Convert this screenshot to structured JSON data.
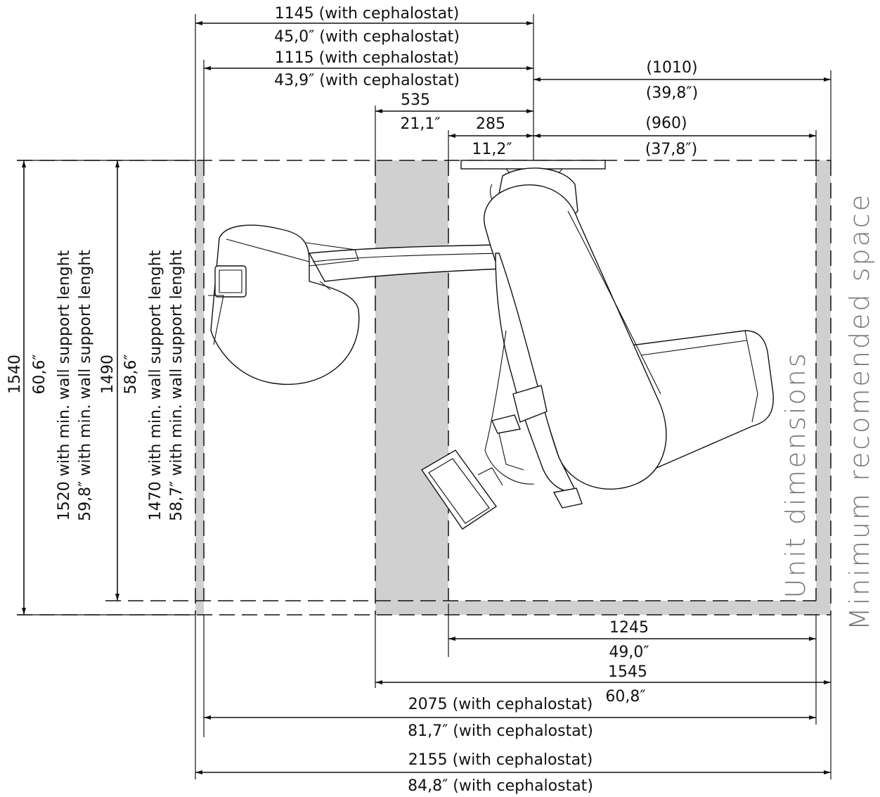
{
  "top_dims": {
    "d1145_a": "1145 (with cephalostat)",
    "d1145_b": "45,0″ (with cephalostat)",
    "d1115_a": "1115 (with cephalostat)",
    "d1115_b": "43,9″ (with cephalostat)",
    "d1010_a": "(1010)",
    "d1010_b": "(39,8″)",
    "d535_a": "535",
    "d535_b": "21,1″",
    "d285_a": "285",
    "d285_b": "11,2″",
    "d960_a": "(960)",
    "d960_b": "(37,8″)"
  },
  "bottom_dims": {
    "d1245_a": "1245",
    "d1245_b": "49,0″",
    "d1545_a": "1545",
    "d1545_b": "60,8″",
    "d2075_a": "2075 (with cephalostat)",
    "d2075_b": "81,7″ (with cephalostat)",
    "d2155_a": "2155 (with cephalostat)",
    "d2155_b": "84,8″ (with cephalostat)"
  },
  "left_dims": {
    "d1540_a": "1540",
    "d1540_b": "60,6″",
    "d1520_a": "1520 with min. wall support lenght",
    "d1520_b": "59,8″ with min. wall support lenght",
    "d1490_a": "1490",
    "d1490_b": "58,6″",
    "d1470_a": "1470 with min. wall support lenght",
    "d1470_b": "58,7″ with min. wall support lenght"
  },
  "side_labels": {
    "unit": "Unit dimensions",
    "minimum": "Minimum recomended space"
  }
}
